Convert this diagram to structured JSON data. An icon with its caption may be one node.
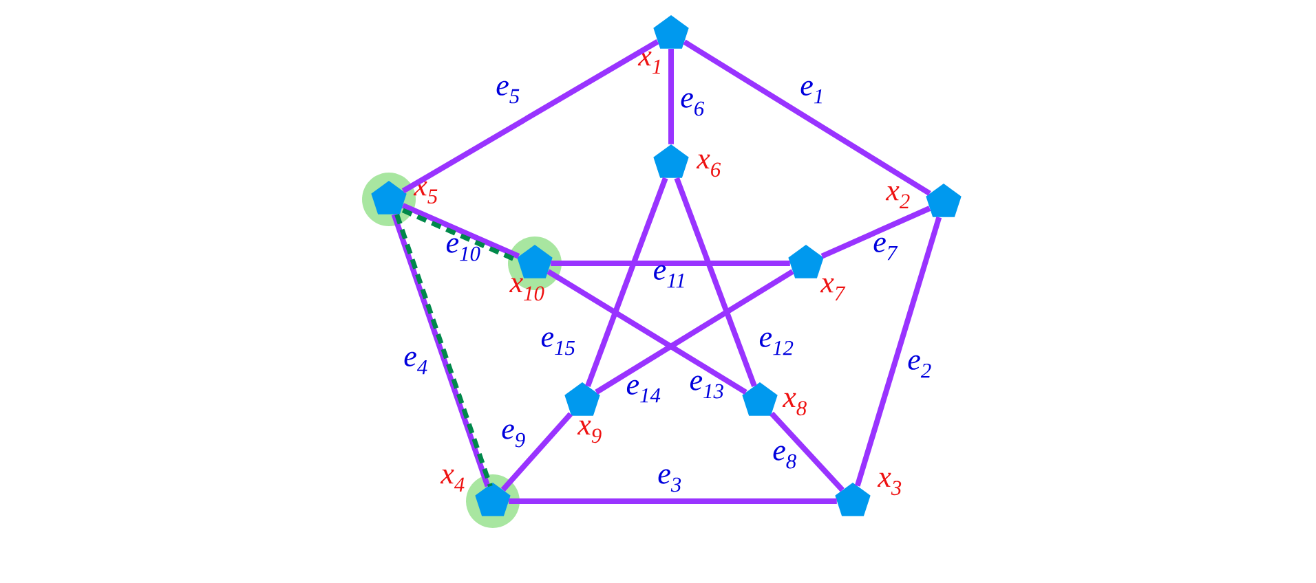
{
  "diagram": {
    "nodes": [
      {
        "text": [],
        "shape": "pentagon",
        "beside": [
          "x$_{1}$"
        ]
      },
      {
        "text": [],
        "shape": "pentagon",
        "beside": [
          "x$_{2}$"
        ]
      },
      {
        "text": [],
        "shape": "pentagon",
        "beside": [
          "x$_{3}$"
        ]
      },
      {
        "text": [],
        "shape": "pentagon",
        "beside": [
          "x$_{4}$"
        ]
      },
      {
        "text": [],
        "shape": "pentagon",
        "beside": [
          "x$_{5}$"
        ]
      },
      {
        "text": [],
        "shape": "pentagon",
        "beside": [
          "x$_{6}$"
        ]
      },
      {
        "text": [],
        "shape": "pentagon",
        "beside": [
          "x$_{7}$"
        ]
      },
      {
        "text": [],
        "shape": "pentagon",
        "beside": [
          "x$_{8}$"
        ]
      },
      {
        "text": [],
        "shape": "pentagon",
        "beside": [
          "x$_{9}$"
        ]
      },
      {
        "text": [],
        "shape": "pentagon",
        "beside": [
          "x$_{10}$"
        ]
      }
    ],
    "edges": [
      {
        "from": 0,
        "to": 1,
        "arrow": "none",
        "label": "e$_{1}$"
      },
      {
        "from": 1,
        "to": 2,
        "arrow": "none",
        "label": "e$_{2}$"
      },
      {
        "from": 2,
        "to": 3,
        "arrow": "none",
        "label": "e$_{3}$"
      },
      {
        "from": 3,
        "to": 4,
        "arrow": "none",
        "label": "e$_{4}$"
      },
      {
        "from": 4,
        "to": 0,
        "arrow": "none",
        "label": "e$_{5}$"
      },
      {
        "from": 0,
        "to": 5,
        "arrow": "none",
        "label": "e$_{6}$"
      },
      {
        "from": 1,
        "to": 6,
        "arrow": "none",
        "label": "e$_{7}$"
      },
      {
        "from": 2,
        "to": 7,
        "arrow": "none",
        "label": "e$_{8}$"
      },
      {
        "from": 3,
        "to": 8,
        "arrow": "none",
        "label": "e$_{9}$"
      },
      {
        "from": 4,
        "to": 9,
        "arrow": "none",
        "label": "e$_{10}$"
      },
      {
        "from": 9,
        "to": 6,
        "arrow": "none",
        "label": "e$_{11}$"
      },
      {
        "from": 5,
        "to": 7,
        "arrow": "none",
        "label": "e$_{12}$"
      },
      {
        "from": 9,
        "to": 7,
        "arrow": "none",
        "label": "e$_{13}$"
      },
      {
        "from": 8,
        "to": 6,
        "arrow": "none",
        "label": "e$_{14}$"
      },
      {
        "from": 5,
        "to": 8,
        "arrow": "none",
        "label": "e$_{15}$"
      },
      {
        "from": 4,
        "to": 3,
        "arrow": "none",
        "style": "dashed",
        "color": "#00884a"
      },
      {
        "from": 4,
        "to": 9,
        "arrow": "none",
        "style": "dashed",
        "color": "#00884a"
      }
    ]
  }
}
